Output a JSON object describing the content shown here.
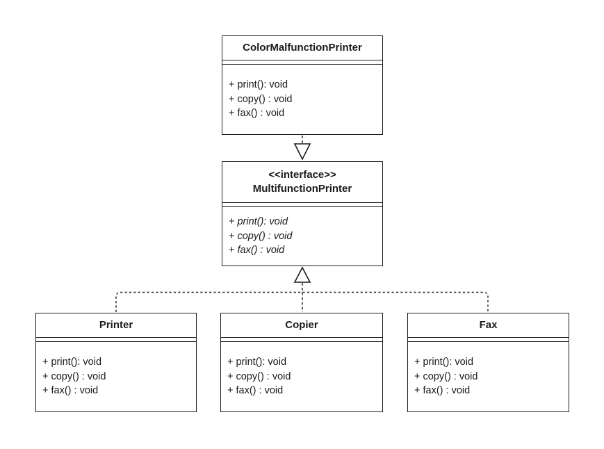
{
  "diagram": {
    "classes": [
      {
        "name": "ColorMalfunctionPrinter",
        "stereotype": "",
        "methods": [
          "+ print(): void",
          "+ copy() : void",
          "+ fax() : void"
        ]
      },
      {
        "name": "MultifunctionPrinter",
        "stereotype": "<<interface>>",
        "methods": [
          "+ print(): void",
          "+ copy() : void",
          "+ fax() : void"
        ]
      },
      {
        "name": "Printer",
        "stereotype": "",
        "methods": [
          "+ print(): void",
          "+ copy() : void",
          "+ fax() : void"
        ]
      },
      {
        "name": "Copier",
        "stereotype": "",
        "methods": [
          "+ print(): void",
          "+ copy() : void",
          "+ fax() : void"
        ]
      },
      {
        "name": "Fax",
        "stereotype": "",
        "methods": [
          "+ print(): void",
          "+ copy() : void",
          "+ fax() : void"
        ]
      }
    ],
    "relationships": [
      {
        "type": "realization",
        "from": "ColorMalfunctionPrinter",
        "to": "MultifunctionPrinter"
      },
      {
        "type": "realization",
        "from": "Printer",
        "to": "MultifunctionPrinter"
      },
      {
        "type": "realization",
        "from": "Copier",
        "to": "MultifunctionPrinter"
      },
      {
        "type": "realization",
        "from": "Fax",
        "to": "MultifunctionPrinter"
      }
    ],
    "colors": {
      "line": "#1c1c1c",
      "fill": "#ffffff",
      "text": "#1a1a1a"
    }
  }
}
